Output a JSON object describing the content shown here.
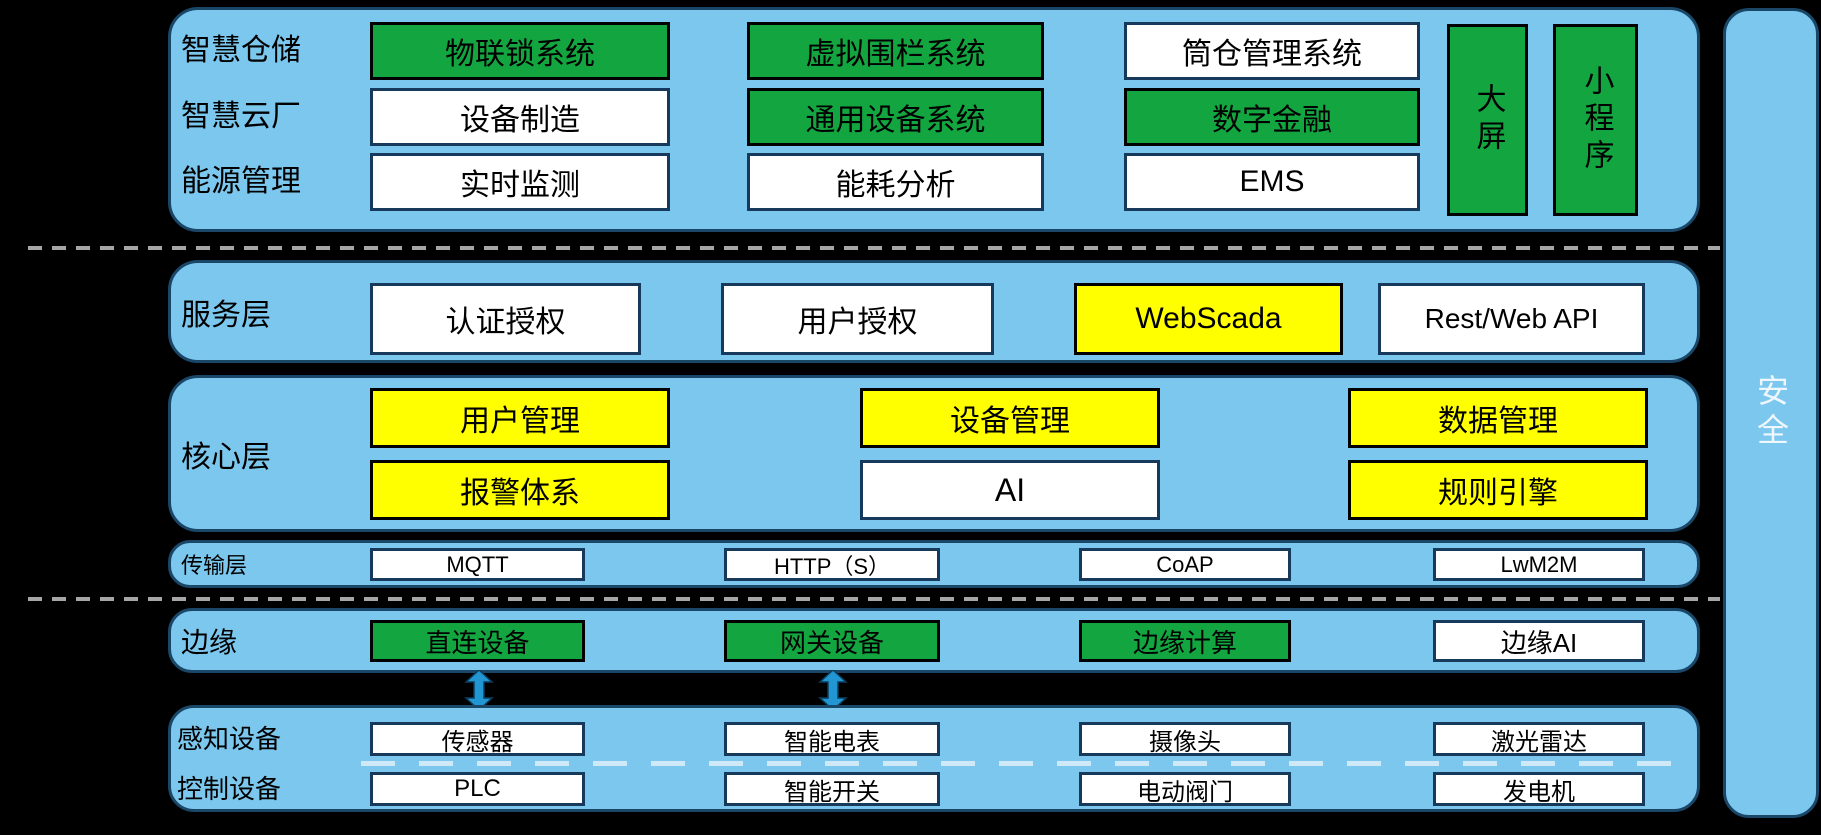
{
  "colors": {
    "background": "#000000",
    "panel": "#7cc7ee",
    "panel_border": "#1a4668",
    "green": "#13a53f",
    "yellow": "#ffff00",
    "white_box": "#ffffff",
    "box_border_dark": "#000000",
    "box_border_navy": "#17395c",
    "dash_gray": "#a6a6a6",
    "dash_light": "#cfe9f8",
    "arrow_blue": "#2196d3",
    "security_text": "#eef7fd",
    "text": "#000000"
  },
  "top": {
    "labels": {
      "warehouse": "智慧仓储",
      "cloud_factory": "智慧云厂",
      "energy": "能源管理"
    },
    "boxes": {
      "iot_lock": "物联锁系统",
      "virtual_fence": "虚拟围栏系统",
      "silo": "筒仓管理系统",
      "equip_mfg": "设备制造",
      "general_equip": "通用设备系统",
      "digital_finance": "数字金融",
      "realtime": "实时监测",
      "energy_analysis": "能耗分析",
      "ems": "EMS",
      "big_screen": "大屏",
      "mini_program": "小程序"
    }
  },
  "service": {
    "label": "服务层",
    "boxes": {
      "auth": "认证授权",
      "user_auth": "用户授权",
      "webscada": "WebScada",
      "rest_api": "Rest/Web API"
    }
  },
  "core": {
    "label": "核心层",
    "boxes": {
      "user_mgmt": "用户管理",
      "device_mgmt": "设备管理",
      "data_mgmt": "数据管理",
      "alarm": "报警体系",
      "ai": "AI",
      "rule_engine": "规则引擎"
    }
  },
  "transport": {
    "label": "传输层",
    "boxes": {
      "mqtt": "MQTT",
      "http": "HTTP（S）",
      "coap": "CoAP",
      "lwm2m": "LwM2M"
    }
  },
  "edge": {
    "label": "边缘",
    "boxes": {
      "direct": "直连设备",
      "gateway": "网关设备",
      "edge_computing": "边缘计算",
      "edge_ai": "边缘AI"
    }
  },
  "devices": {
    "labels": {
      "sensing": "感知设备",
      "control": "控制设备"
    },
    "boxes": {
      "sensor": "传感器",
      "smart_meter": "智能电表",
      "camera": "摄像头",
      "lidar": "激光雷达",
      "plc": "PLC",
      "smart_switch": "智能开关",
      "electric_valve": "电动阀门",
      "generator": "发电机"
    }
  },
  "security": {
    "label": "安全"
  }
}
